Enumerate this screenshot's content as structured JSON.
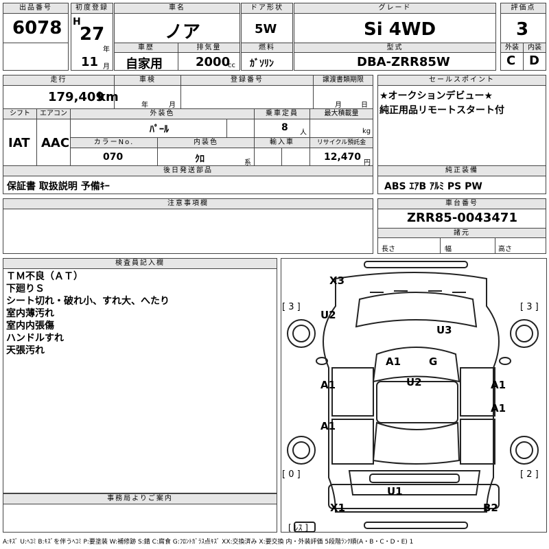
{
  "header": {
    "lot_label": "出品番号",
    "lot_value": "6078",
    "first_reg_label": "初度登録",
    "era": "H",
    "year": "27",
    "year_unit": "年",
    "month": "11",
    "month_unit": "月",
    "car_name_label": "車名",
    "car_name": "ノア",
    "history_label": "車歴",
    "history_value": "自家用",
    "displacement_label": "排気量",
    "displacement_value": "2000",
    "displacement_unit": "cc",
    "door_label": "ドア形状",
    "door_value": "5W",
    "fuel_label": "燃料",
    "fuel_value": "ｶﾞｿﾘﾝ",
    "grade_label": "グレード",
    "grade_value": "Si 4WD",
    "model_label": "型式",
    "model_value": "DBA-ZRR85W",
    "score_label": "評価点",
    "score_value": "3",
    "exterior_label": "外装",
    "exterior_value": "C",
    "interior_label": "内装",
    "interior_value": "D"
  },
  "row2": {
    "mileage_label": "走行",
    "mileage_value": "179,409",
    "mileage_unit": "km",
    "inspection_label": "車検",
    "inspection_year_unit": "年",
    "inspection_month_unit": "月",
    "reg_no_label": "登録番号",
    "transfer_label": "譲渡書類期限",
    "transfer_month_unit": "月",
    "transfer_day_unit": "日",
    "shift_label": "シフト",
    "shift_value": "IAT",
    "ac_label": "エアコン",
    "ac_value": "AAC",
    "ext_color_label": "外装色",
    "ext_color_value": "ﾊﾟｰﾙ",
    "capacity_label": "乗車定員",
    "capacity_value": "8",
    "capacity_unit": "人",
    "max_load_label": "最大積載量",
    "max_load_unit": "kg",
    "color_no_label": "カラーNo.",
    "color_no_value": "070",
    "int_color_label": "内装色",
    "int_color_value": "ｸﾛ",
    "int_color_unit": "系",
    "import_label": "輸入車",
    "recycle_label": "リサイクル預託金",
    "recycle_value": "12,470",
    "recycle_unit": "円",
    "later_parts_label": "後日発送部品",
    "later_parts_value": "保証書 取扱説明 予備ｷｰ"
  },
  "sales": {
    "label": "セールスポイント",
    "lines": [
      "★オークションデビュー★",
      "純正用品リモートスタート付"
    ]
  },
  "equipment": {
    "label": "純正装備",
    "value": "ABS ｴｱB ｱﾙﾐ PS PW"
  },
  "notes": {
    "label": "注意事項欄"
  },
  "chassis": {
    "label": "車台番号",
    "value": "ZRR85-0043471",
    "spec_label": "諸元",
    "length_label": "長さ",
    "width_label": "幅",
    "height_label": "高さ"
  },
  "inspector": {
    "label": "検査員記入欄",
    "lines": [
      "ＴＭ不良（ＡＴ）",
      "下廻りＳ",
      "シート切れ・破れ小、すれ大、へたり",
      "室内薄汚れ",
      "室内内張傷",
      "ハンドルすれ",
      "天張汚れ"
    ]
  },
  "office": {
    "label": "事務局よりご案内"
  },
  "diagram": {
    "marks": {
      "x3": "X3",
      "u2_top": "U2",
      "u3": "U3",
      "a1_hood": "A1",
      "g": "G",
      "u2_mid": "U2",
      "a1_left_front": "A1",
      "a1_right_front": "A1",
      "a1_right_rear": "A1",
      "a1_left_rear": "A1",
      "u1": "U1",
      "x1": "X1",
      "b2": "B2"
    },
    "tire_left_front": "[ 3 ]",
    "tire_right_front": "[ 3 ]",
    "tire_left_rear": "[ 0 ]",
    "tire_right_rear": "[ 2 ]",
    "spare": "[ ﾚｽ ]"
  },
  "legend": "A:ｷｽﾞ U:ﾍｺﾐ B:ｷｽﾞを伴うﾍｺﾐ P:要塗装 W:補修跡 S:錆 C:腐食 G:ﾌﾛﾝﾄｶﾞﾗｽ点ｷｽﾞ XX:交換済み X:要交換 内・外装評価 5段階ﾗﾝｸ順(A・B・C・D・E) 1"
}
